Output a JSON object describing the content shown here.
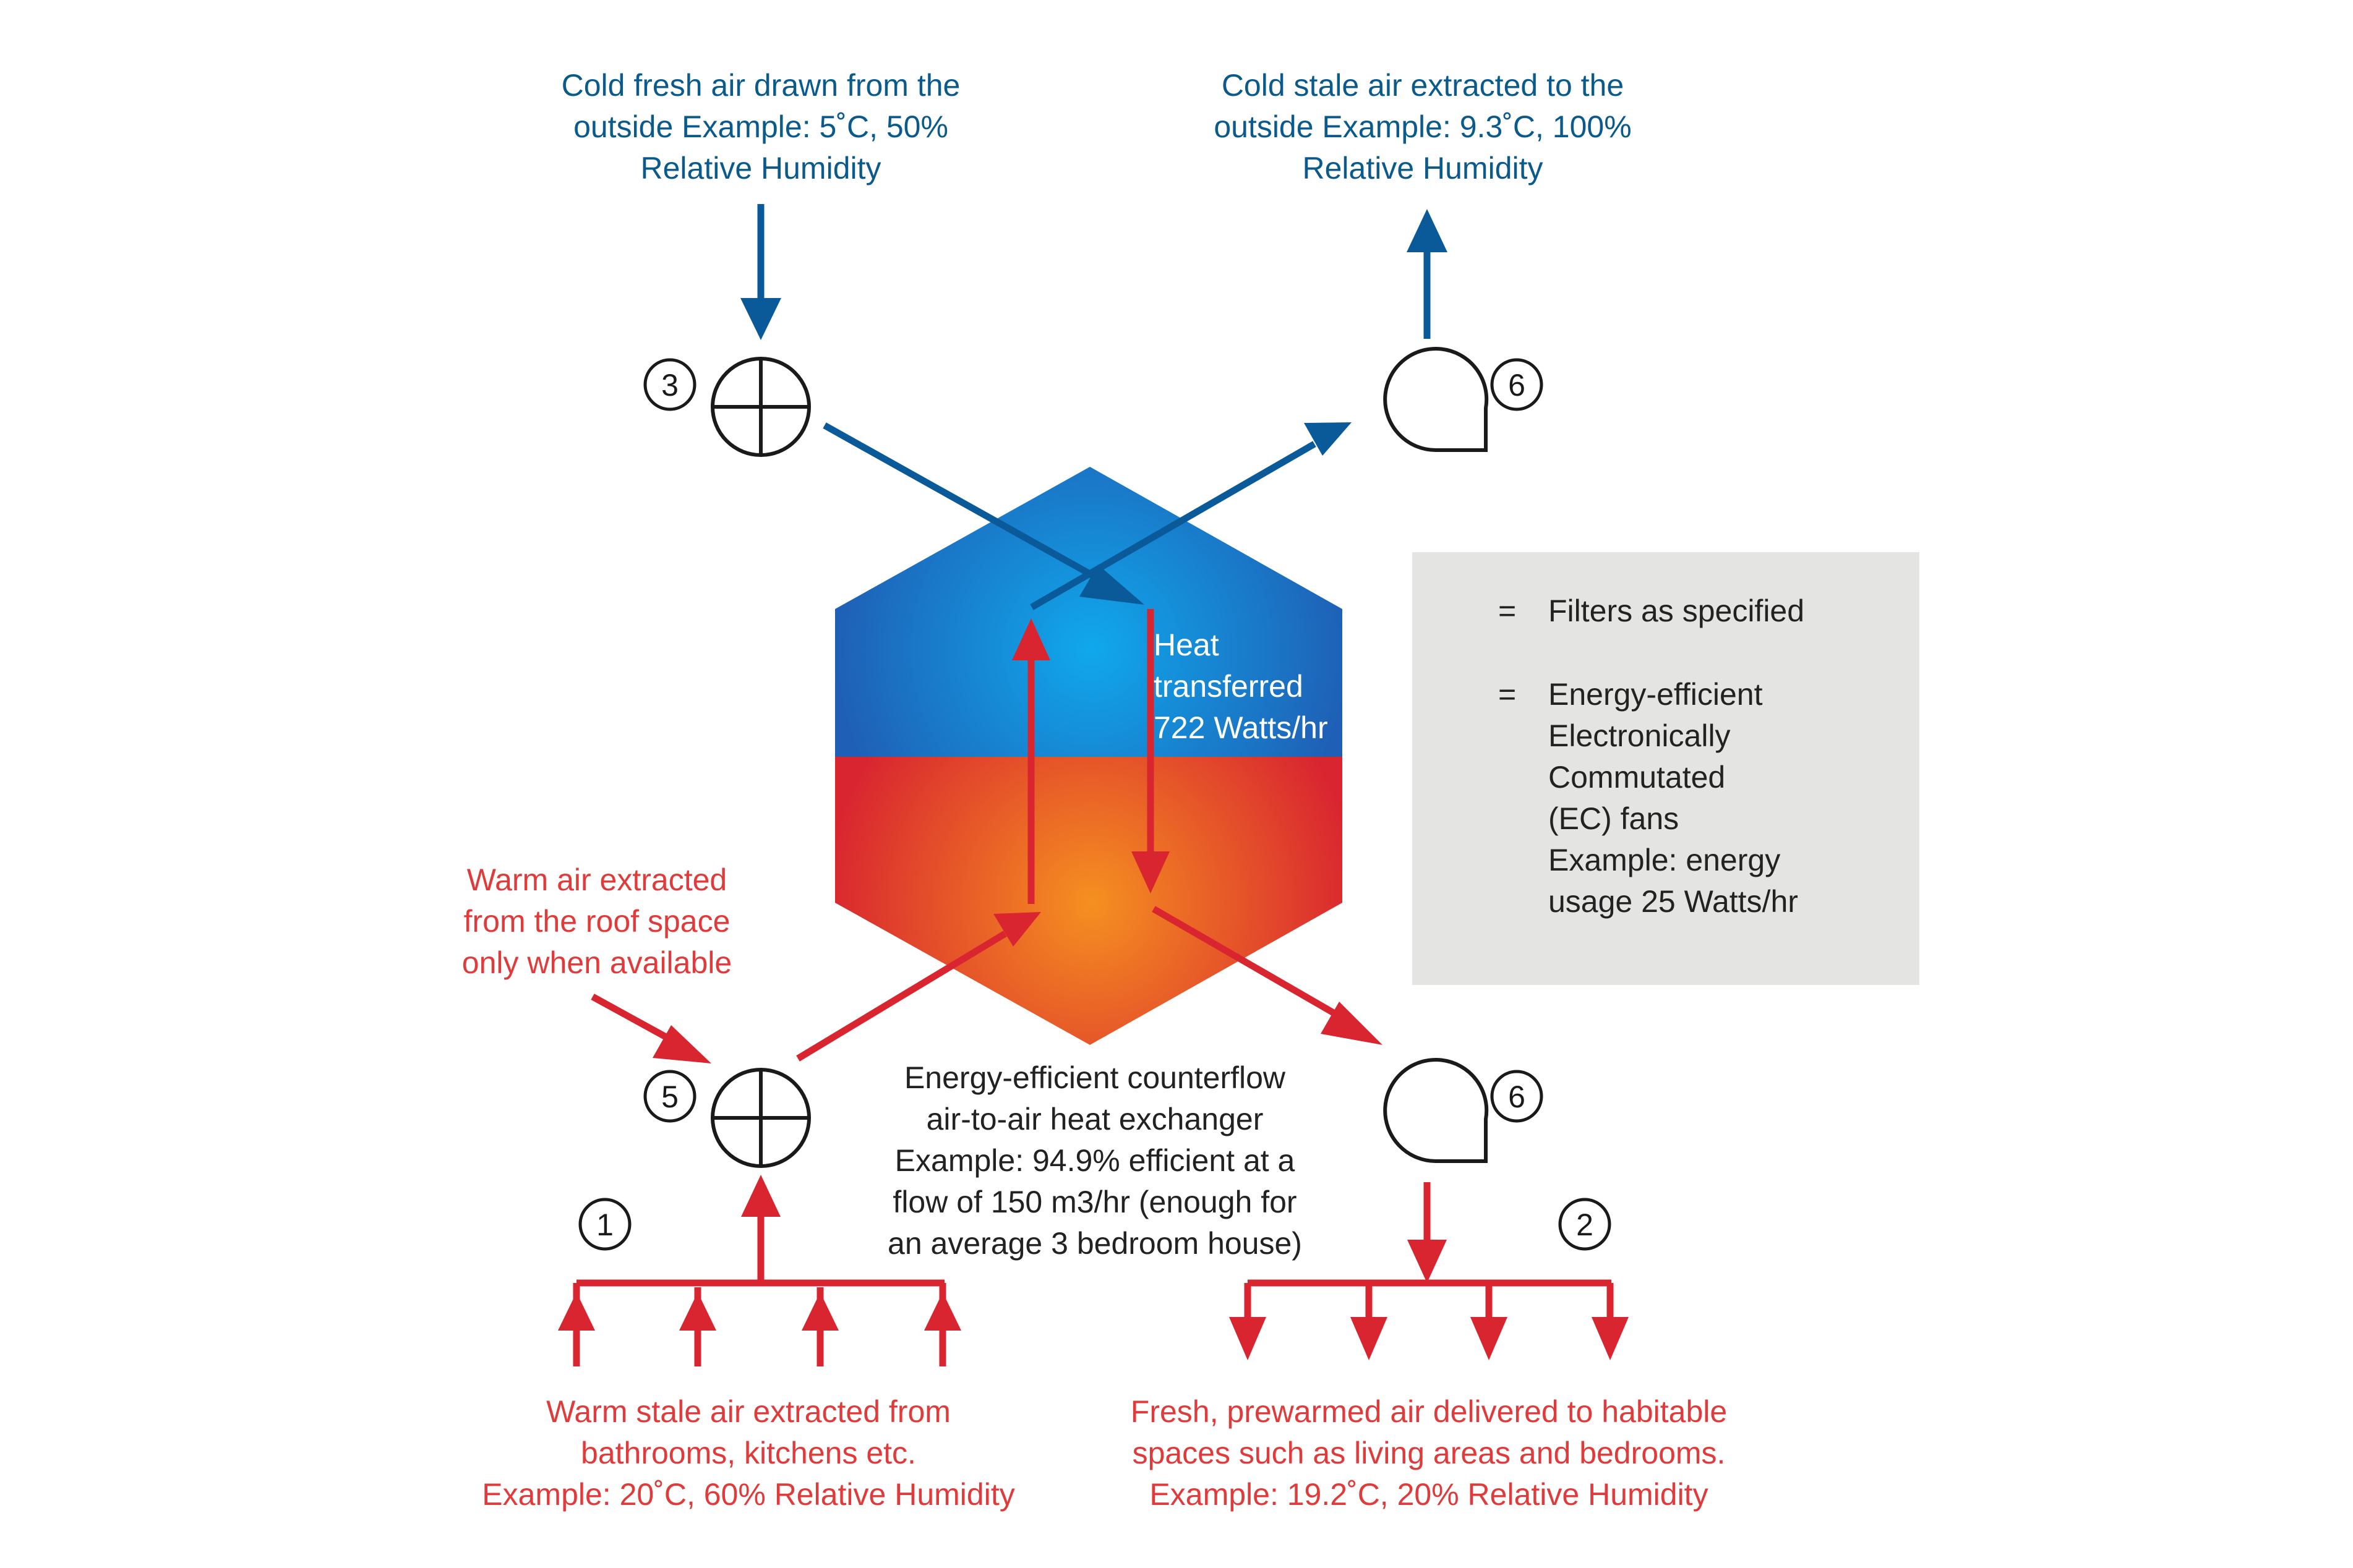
{
  "labels": {
    "top_left": [
      "Cold fresh air drawn from the",
      "outside Example: 5˚C, 50%",
      "Relative Humidity"
    ],
    "top_right": [
      "Cold stale air extracted to the",
      "outside Example: 9.3˚C, 100%",
      "Relative Humidity"
    ],
    "roof": [
      "Warm air extracted",
      "from the roof space",
      "only when available"
    ],
    "heat": [
      "Heat",
      "transferred",
      "722 Watts/hr"
    ],
    "center": [
      "Energy-efficient counterflow",
      "air-to-air heat exchanger",
      "Example: 94.9% efficient at a",
      "flow of 150 m3/hr (enough for",
      "an average 3 bedroom house)"
    ],
    "bottom_left": [
      "Warm stale air extracted from",
      "bathrooms, kitchens etc.",
      "Example: 20˚C, 60% Relative Humidity"
    ],
    "bottom_right": [
      "Fresh, prewarmed air delivered to habitable",
      "spaces such as living areas and bedrooms.",
      "Example: 19.2˚C, 20% Relative Humidity"
    ]
  },
  "numbers": {
    "filter_top": "3",
    "fan_top": "6",
    "filter_bottom": "5",
    "fan_bottom": "6",
    "extract_branch": "1",
    "supply_branch": "2"
  },
  "legend": {
    "filter_eq": "=",
    "filter_text": "Filters as specified",
    "fan_eq": "=",
    "fan_text": [
      "Energy-efficient",
      "Electronically",
      "Commutated",
      "(EC) fans",
      "Example: energy",
      "usage 25 Watts/hr"
    ]
  },
  "icons": {
    "filter": "filter-crosshair-icon",
    "fan": "ec-fan-icon"
  },
  "colors": {
    "cold_flow": "#0a5a9a",
    "warm_flow": "#d9252f",
    "legend_bg": "#e4e4e2",
    "hex_top_center": "#10a8ec",
    "hex_top_edge": "#1f5fb5",
    "hex_bottom_center": "#f59020",
    "hex_bottom_edge": "#d92530"
  }
}
